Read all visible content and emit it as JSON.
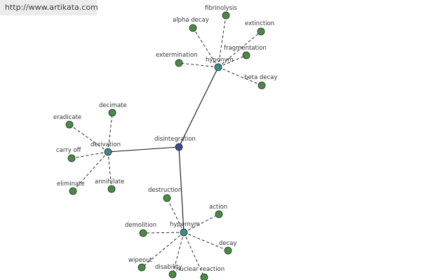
{
  "watermark": "http://www.artikata.com",
  "colors": {
    "center_node": "#3c4b8c",
    "hub_node": "#3d8a8a",
    "leaf_node": "#4a8a46",
    "node_stroke": "#1e2e1e",
    "edge": "#111111"
  },
  "nodes": [
    {
      "id": "disintegration",
      "label": "disintegration",
      "kind": "center"
    },
    {
      "id": "hyponym",
      "label": "hyponym",
      "kind": "hub"
    },
    {
      "id": "derivation",
      "label": "derivation",
      "kind": "hub"
    },
    {
      "id": "hypernym",
      "label": "hypernym",
      "kind": "hub"
    },
    {
      "id": "fibrinolysis",
      "label": "fibrinolysis",
      "kind": "leaf"
    },
    {
      "id": "alpha-decay",
      "label": "alpha decay",
      "kind": "leaf"
    },
    {
      "id": "extinction",
      "label": "extinction",
      "kind": "leaf"
    },
    {
      "id": "fragmentation",
      "label": "fragmentation",
      "kind": "leaf"
    },
    {
      "id": "extermination",
      "label": "extermination",
      "kind": "leaf"
    },
    {
      "id": "beta-decay",
      "label": "beta decay",
      "kind": "leaf"
    },
    {
      "id": "decimate",
      "label": "decimate",
      "kind": "leaf"
    },
    {
      "id": "eradicate",
      "label": "eradicate",
      "kind": "leaf"
    },
    {
      "id": "carry-off",
      "label": "carry off",
      "kind": "leaf"
    },
    {
      "id": "eliminate",
      "label": "eliminate",
      "kind": "leaf"
    },
    {
      "id": "annihilate",
      "label": "annihilate",
      "kind": "leaf"
    },
    {
      "id": "destruction",
      "label": "destruction",
      "kind": "leaf"
    },
    {
      "id": "action",
      "label": "action",
      "kind": "leaf"
    },
    {
      "id": "demolition",
      "label": "demolition",
      "kind": "leaf"
    },
    {
      "id": "decay",
      "label": "decay",
      "kind": "leaf"
    },
    {
      "id": "wipeout",
      "label": "wipeout",
      "kind": "leaf"
    },
    {
      "id": "disability",
      "label": "disability",
      "kind": "leaf"
    },
    {
      "id": "nuclear-reaction",
      "label": "nuclear reaction",
      "kind": "leaf"
    }
  ],
  "edges": [
    {
      "from": "disintegration",
      "to": "hyponym",
      "style": "solid"
    },
    {
      "from": "disintegration",
      "to": "derivation",
      "style": "solid"
    },
    {
      "from": "disintegration",
      "to": "hypernym",
      "style": "solid"
    },
    {
      "from": "hyponym",
      "to": "fibrinolysis",
      "style": "dashed"
    },
    {
      "from": "hyponym",
      "to": "alpha-decay",
      "style": "dashed"
    },
    {
      "from": "hyponym",
      "to": "extinction",
      "style": "dashed"
    },
    {
      "from": "hyponym",
      "to": "fragmentation",
      "style": "dashed"
    },
    {
      "from": "hyponym",
      "to": "extermination",
      "style": "dashed"
    },
    {
      "from": "hyponym",
      "to": "beta-decay",
      "style": "dashed"
    },
    {
      "from": "derivation",
      "to": "decimate",
      "style": "dashed"
    },
    {
      "from": "derivation",
      "to": "eradicate",
      "style": "dashed"
    },
    {
      "from": "derivation",
      "to": "carry-off",
      "style": "dashed"
    },
    {
      "from": "derivation",
      "to": "eliminate",
      "style": "dashed"
    },
    {
      "from": "derivation",
      "to": "annihilate",
      "style": "dashed"
    },
    {
      "from": "hypernym",
      "to": "destruction",
      "style": "dashed"
    },
    {
      "from": "hypernym",
      "to": "action",
      "style": "dashed"
    },
    {
      "from": "hypernym",
      "to": "demolition",
      "style": "dashed"
    },
    {
      "from": "hypernym",
      "to": "decay",
      "style": "dashed"
    },
    {
      "from": "hypernym",
      "to": "wipeout",
      "style": "dashed"
    },
    {
      "from": "hypernym",
      "to": "disability",
      "style": "dashed"
    },
    {
      "from": "hypernym",
      "to": "nuclear-reaction",
      "style": "dashed"
    }
  ]
}
